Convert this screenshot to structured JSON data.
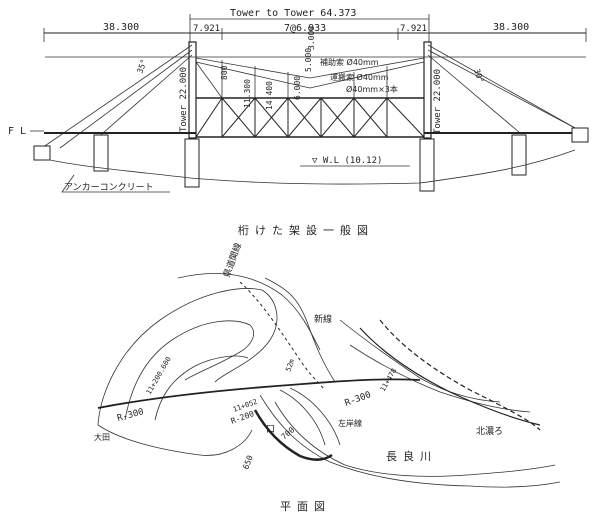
{
  "elevation": {
    "dims": {
      "tower_to_tower": "Tower to Tower 64.373",
      "side_left": "38.300",
      "side_right": "38.300",
      "panel_left": "7.921",
      "panel_right": "7.921",
      "center": "7@6.933",
      "d3000": "3.000",
      "d5000": "5.000",
      "h11300": "11.300",
      "h14400": "14.400",
      "h6000": "6.000",
      "h800": "800",
      "slope_left": "35°",
      "slope_right": "30°"
    },
    "labels": {
      "tower_left": "Tower 22.000",
      "tower_right": "Tower 22.000",
      "fl": "F L",
      "wl": "▽ W.L (10.12)",
      "anchor": "アンカーコンクリート",
      "cable1": "補助索 Ø40mm",
      "cable2": "運搬索 Ø40mm",
      "cable3": "Ø40mm×3本"
    },
    "caption": "桁けた架設一般図"
  },
  "plan": {
    "labels": {
      "road": "県道関線",
      "new_line": "新線",
      "left_bank_line": "左岸線",
      "kitanose": "北濃ろ",
      "river": "長良川",
      "ohta": "大田",
      "r300a": "R-300",
      "r300b": "R-300",
      "r200": "R-200",
      "km_left": "11+200.600",
      "km_mid": "11+052",
      "km_right": "11+478",
      "len_650": "650",
      "len_700": "700",
      "kuchi": "口",
      "n52": "52m"
    },
    "caption": "平面図"
  }
}
